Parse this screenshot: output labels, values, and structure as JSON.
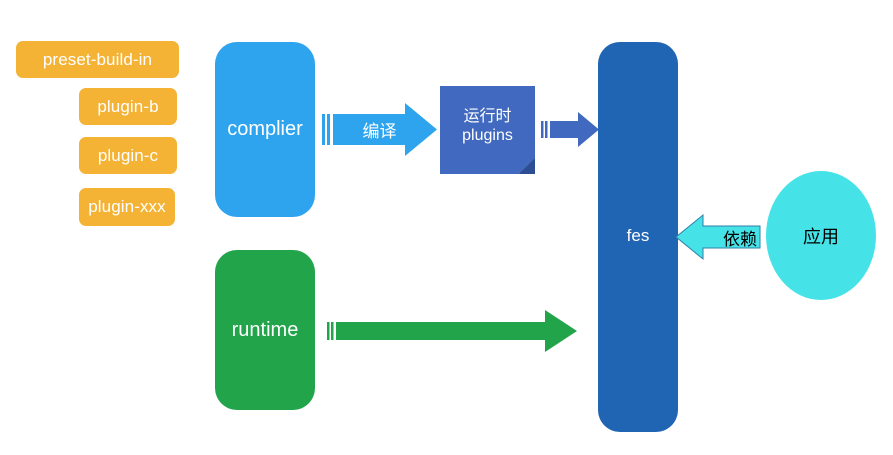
{
  "diagram": {
    "title": "fes architecture diagram",
    "background": "#ffffff",
    "plugins": [
      {
        "label": "preset-build-in",
        "color": "#F5B335"
      },
      {
        "label": "plugin-b",
        "color": "#F5B335"
      },
      {
        "label": "plugin-c",
        "color": "#F5B335"
      },
      {
        "label": "plugin-xxx",
        "color": "#F5B335"
      }
    ],
    "nodes": {
      "complier": {
        "label": "complier",
        "color": "#2FA4EE",
        "shape": "rounded-rect"
      },
      "runtime": {
        "label": "runtime",
        "color": "#22A44A",
        "shape": "rounded-rect"
      },
      "runtime_plugins": {
        "label_cn": "运行时",
        "label_en": "plugins",
        "color": "#4069BF",
        "fold_color": "#2D4E92",
        "shape": "folded-corner-note"
      },
      "fes": {
        "label": "fes",
        "color": "#2064B4",
        "shape": "rounded-rect",
        "spellcheck_underline_color": "#E03030"
      },
      "app": {
        "label": "应用",
        "color": "#45E3E8",
        "shape": "ellipse",
        "text_color": "#000000"
      }
    },
    "arrows": {
      "compile": {
        "label": "编译",
        "color": "#2FA4EE",
        "direction": "right",
        "label_color": "#ffffff"
      },
      "emit": {
        "label": "",
        "color": "#4069BF",
        "direction": "right",
        "label_color": "#ffffff"
      },
      "runtime_to_fes": {
        "label": "",
        "color": "#22A44A",
        "direction": "right",
        "label_color": "#ffffff"
      },
      "depends": {
        "label": "依赖",
        "color": "#45E3E8",
        "direction": "left",
        "label_color": "#000000",
        "stroke": "#2E7FA8"
      }
    }
  }
}
